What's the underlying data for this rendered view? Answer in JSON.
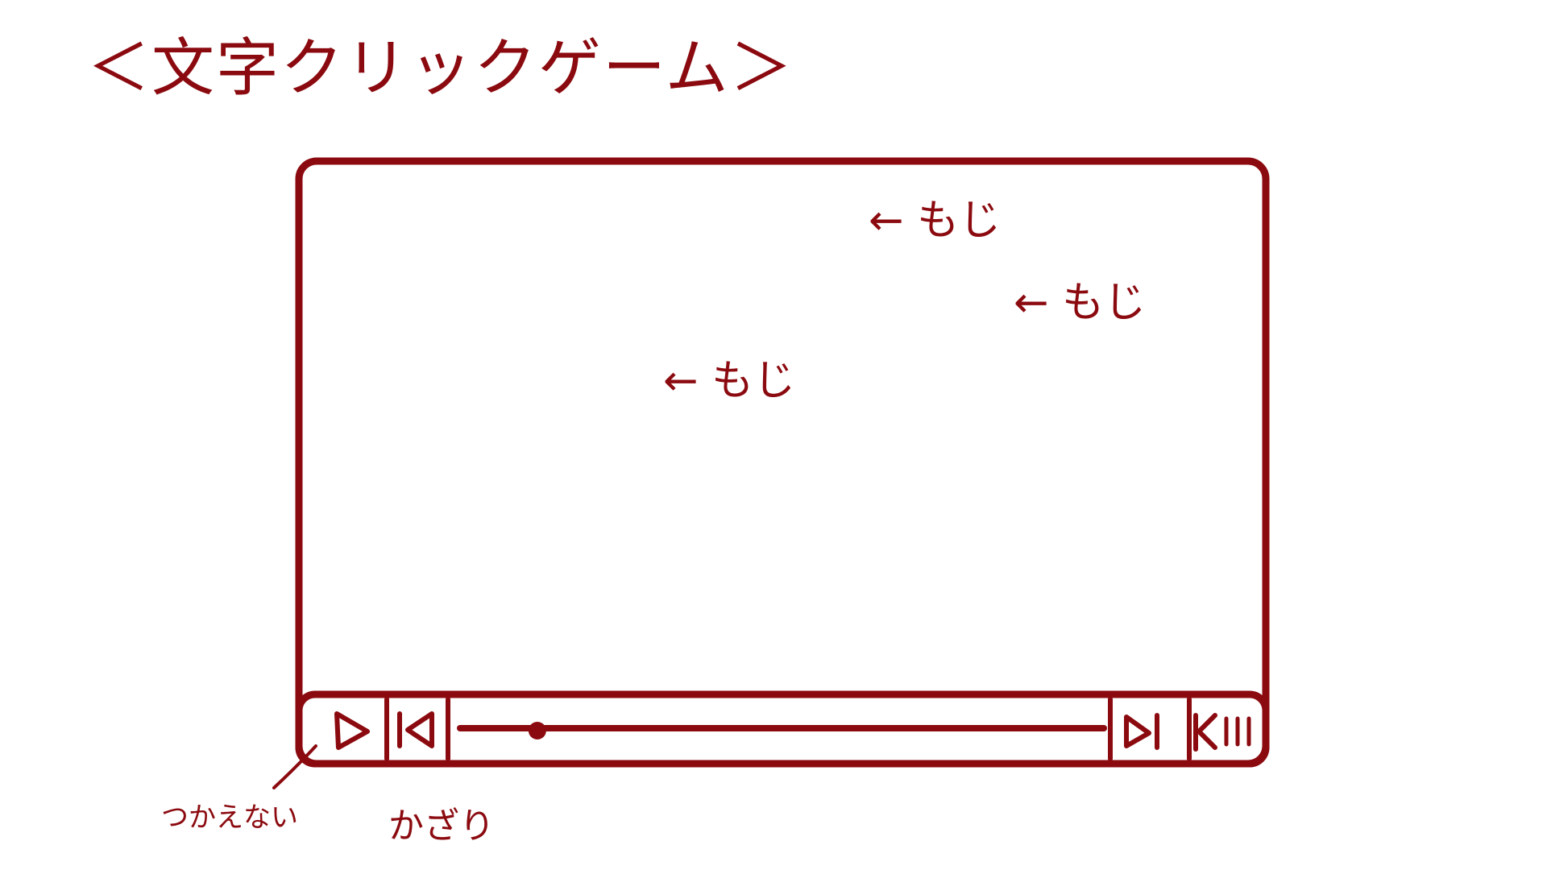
{
  "title": "＜文字クリックゲーム＞",
  "comments": [
    {
      "arrow": "←",
      "label": "もじ"
    },
    {
      "arrow": "←",
      "label": "もじ"
    },
    {
      "arrow": "←",
      "label": "もじ"
    }
  ],
  "controls": {
    "play_icon": "play-icon",
    "prev_icon": "skip-back-icon",
    "next_icon": "skip-forward-icon",
    "volume_icon": "volume-icon",
    "progress": 0.12
  },
  "notes": {
    "unused": "つかえない",
    "decor": "かざり"
  },
  "colors": {
    "ink": "#8b0a0f",
    "background": "#ffffff"
  }
}
